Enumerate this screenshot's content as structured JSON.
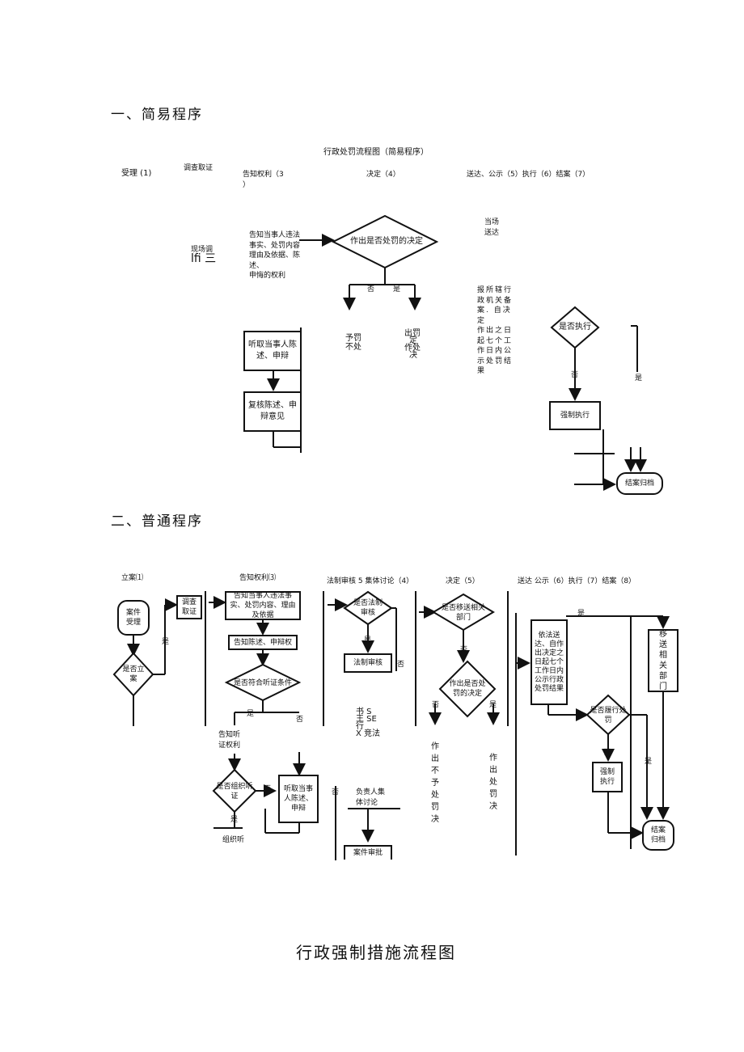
{
  "section1": {
    "heading": "一、简易程序",
    "title": "行政处罚流程图（简易程序）",
    "headers": {
      "h1": "受理 (1)",
      "h2": "调查取证",
      "h3": "告知权利（3 ）",
      "h4": "决定（4）",
      "h5": "送达、公示（5）执行（6）结案（7）"
    },
    "left_text": [
      "现场调",
      "lfi 三"
    ],
    "notify_text": [
      "告知当事人违法",
      "事实、处罚内容",
      "理由及依据、陈",
      "述、",
      "申悔的权利"
    ],
    "decision": "作出是否处罚的决定",
    "no_label": "否",
    "yes_label": "是",
    "no_penalty": [
      "予罚",
      "不处"
    ],
    "penalty": [
      "出罚",
      "定",
      "作处",
      "决"
    ],
    "hear_box": "听取当事人陈述、申辩",
    "review_box": "复核陈述、申辩意见",
    "onsite_deliver": [
      "当场",
      "送达"
    ],
    "report_text": [
      "报所辖行",
      "政机关备",
      "案. 自决定",
      "作出之日",
      "起七个工",
      "作日内公",
      "示处罚结",
      "果"
    ],
    "execute_q": "是否执行",
    "exec_no": "否",
    "exec_yes": "是",
    "force_box": "强制执行",
    "close_box": "结案归档"
  },
  "section2": {
    "heading": "二、普通程序",
    "headers": {
      "h1": "立案⑴",
      "h2": "告知权利⑶",
      "h3": "法制审核 5 集体讨论（4）",
      "h4": "决定（5）",
      "h5": "送达 公示（6）执行（7）结案（8）"
    },
    "case_accept": "案件受理",
    "file_q": "是否立案",
    "yes": "是",
    "no": "否",
    "investigate": "调查取证",
    "notify_box": "告知当事人违法事实、处罚内容、理由及依据",
    "notify_statement": "告知陈述、申辩权",
    "hearing_cond_q": "是否符合听证条件",
    "notify_hearing": [
      "告知听",
      "证权利"
    ],
    "organize_q": "是否组织听证",
    "listen_box": "听取当事人陈述、申辩",
    "organize_hear": "组织听",
    "legal_review_q": "是否法制审核",
    "legal_review_box": "法制审核",
    "garbled": [
      "书 S",
      "王 SE",
      "行",
      "X 竞法"
    ],
    "leader_discuss": [
      "负责人集",
      "体讨论"
    ],
    "case_approve": "案件审批",
    "transfer_q": "是否移送相关部门",
    "penalty_q": "作出是否处罚的决定",
    "no_penalty_vert": "作出不予处罚决",
    "penalty_vert": "作出处罚决",
    "deliver_box": "依法送达、自作出决定之日起七个工作日内公示行政处罚结果",
    "execute_q": "是否履行处罚",
    "force_box": "强制执行",
    "transfer_box": "移送相关部门",
    "close_box": "结案归档"
  },
  "section3": {
    "heading": "行政强制措施流程图"
  }
}
